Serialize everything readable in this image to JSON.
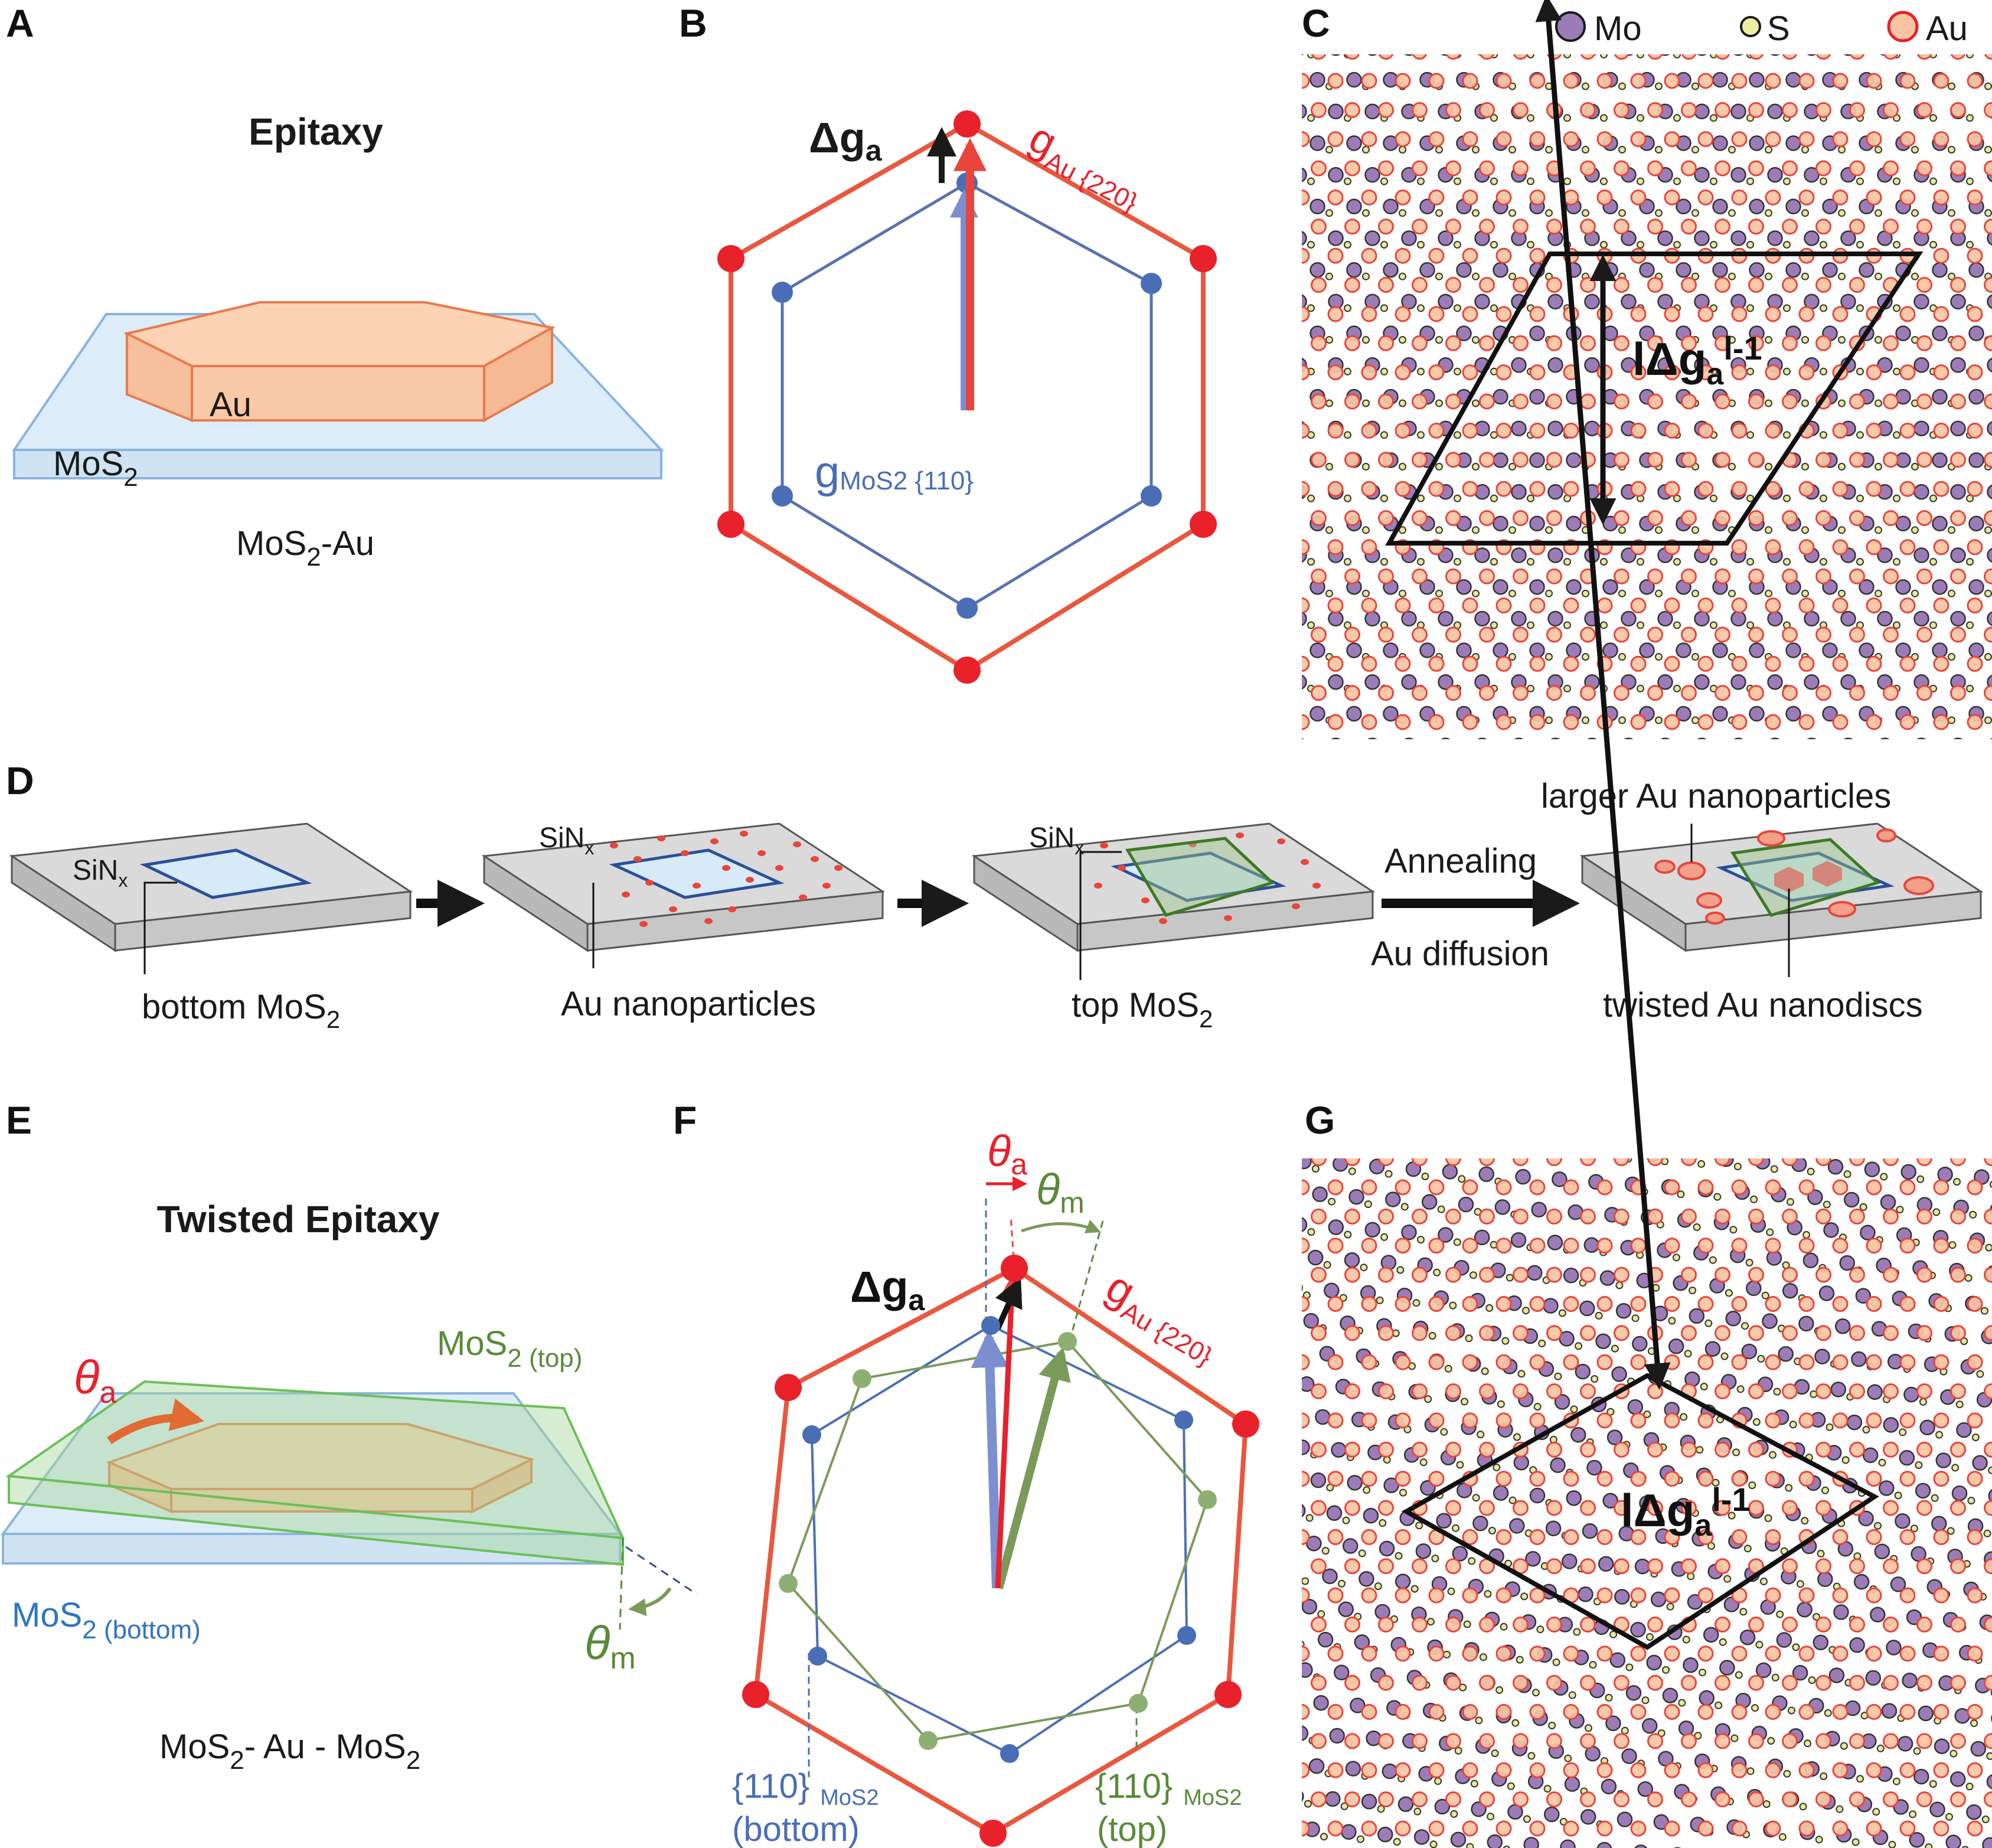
{
  "panels": {
    "A": "A",
    "B": "B",
    "C": "C",
    "D": "D",
    "E": "E",
    "F": "F",
    "G": "G"
  },
  "panel_a": {
    "title": "Epitaxy",
    "au": "Au",
    "mos2_main": "MoS",
    "mos2_sub": "2",
    "caption_main": "MoS",
    "caption_sub": "2",
    "caption_tail": "-Au"
  },
  "panel_b": {
    "dg_main": "Δg",
    "dg_sub": "a",
    "au_main": "g",
    "au_sub": "Au {220}",
    "mos2_main": "g",
    "mos2_sub": "MoS2 {110}"
  },
  "panel_c": {
    "legend": [
      "Mo",
      "S",
      "Au"
    ],
    "label_main": "lΔg",
    "label_sub": "a",
    "label_sup": "l-1"
  },
  "panel_d": {
    "sinx_main": "SiN",
    "sinx_sub": "x",
    "bottom_main": "bottom MoS",
    "bottom_sub": "2",
    "au_np": "Au nanoparticles",
    "top_main": "top MoS",
    "top_sub": "2",
    "annealing": "Annealing",
    "diffusion": "Au diffusion",
    "larger": "larger Au nanoparticles",
    "twisted": "twisted Au nanodiscs"
  },
  "panel_e": {
    "title": "Twisted Epitaxy",
    "theta_a_main": "θ",
    "theta_a_sub": "a",
    "top_main": "MoS",
    "top_sub": "2 (top)",
    "bottom_main": "MoS",
    "bottom_sub": "2 (bottom)",
    "theta_m_main": "θ",
    "theta_m_sub": "m",
    "caption_a": "MoS",
    "caption_b": "2",
    "caption_c": "- Au - MoS",
    "caption_d": "2"
  },
  "panel_f": {
    "theta_a_main": "θ",
    "theta_a_sub": "a",
    "theta_m_main": "θ",
    "theta_m_sub": "m",
    "dg_main": "Δg",
    "dg_sub": "a",
    "au_main": "g",
    "au_sub": "Au {220}",
    "bottom_idx": "{110}",
    "bottom_sub": "MoS2",
    "bottom_word": "(bottom)",
    "top_idx": "{110}",
    "top_sub": "MoS2",
    "top_word": "(top)"
  },
  "panel_g": {
    "label_main": "lΔg",
    "label_sub": "a",
    "label_sup": "l-1"
  },
  "colors": {
    "au": "#e8453c",
    "au_fill": "#f9c4a3",
    "mos2_bottom": "#4a6eb5",
    "mos2_top": "#7a9a5a",
    "mo": "#9c7cb8",
    "s": "#e8e89a",
    "slab": "#c8c8c8"
  }
}
